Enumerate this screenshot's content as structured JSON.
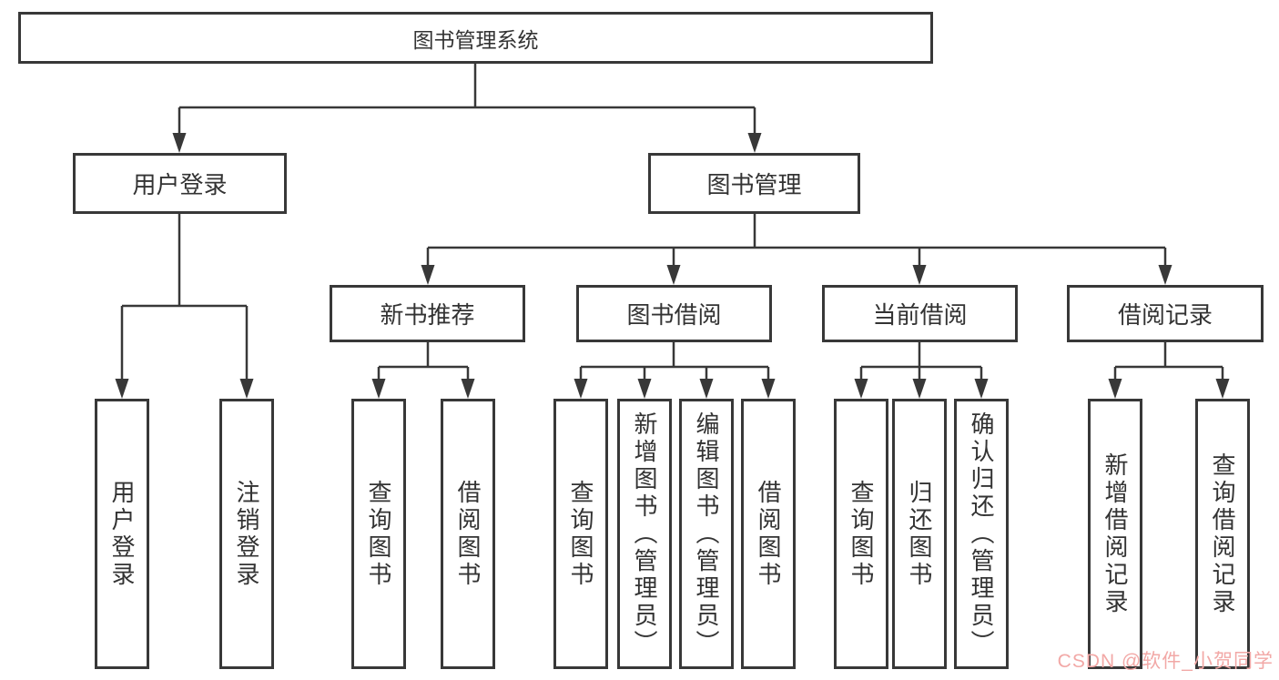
{
  "tree": {
    "label": "图书管理系统",
    "children": [
      {
        "label": "用户登录",
        "children": [
          {
            "label": "用户登录"
          },
          {
            "label": "注销登录"
          }
        ]
      },
      {
        "label": "图书管理",
        "children": [
          {
            "label": "新书推荐",
            "children": [
              {
                "label": "查询图书"
              },
              {
                "label": "借阅图书"
              }
            ]
          },
          {
            "label": "图书借阅",
            "children": [
              {
                "label": "查询图书"
              },
              {
                "label": "新增图书（管理员）"
              },
              {
                "label": "编辑图书（管理员）"
              },
              {
                "label": "借阅图书"
              }
            ]
          },
          {
            "label": "当前借阅",
            "children": [
              {
                "label": "查询图书"
              },
              {
                "label": "归还图书"
              },
              {
                "label": "确认归还（管理员）"
              }
            ]
          },
          {
            "label": "借阅记录",
            "children": [
              {
                "label": "新增借阅记录"
              },
              {
                "label": "查询借阅记录"
              }
            ]
          }
        ]
      }
    ]
  },
  "watermark": {
    "text": "CSDN @软件_小贺同学"
  },
  "colors": {
    "line": "#383838",
    "box_border": "#383838",
    "text": "#333333",
    "background": "#ffffff",
    "watermark": "#f2a8a6"
  }
}
